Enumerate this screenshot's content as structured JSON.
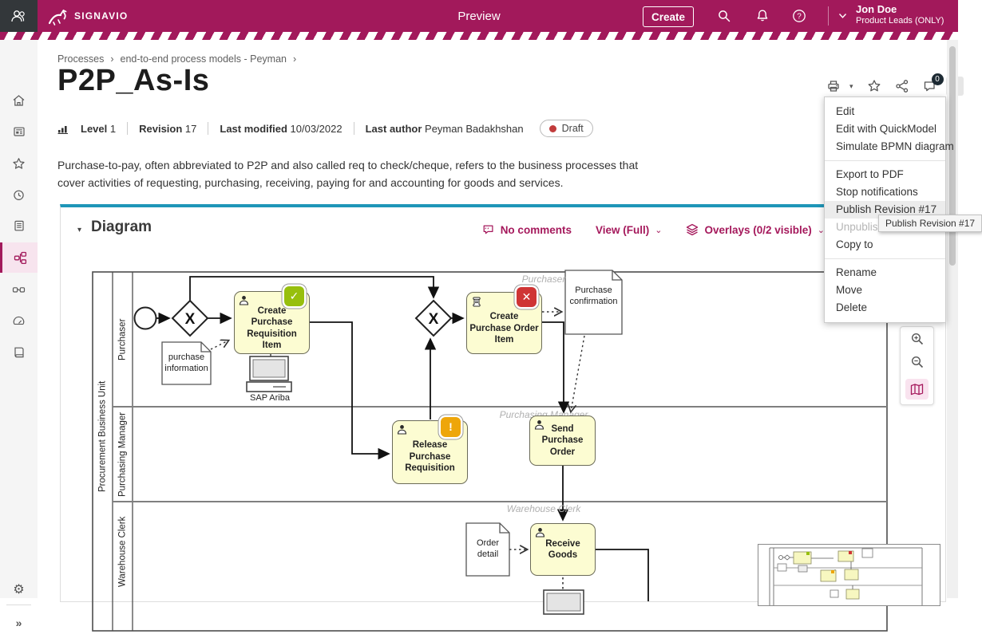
{
  "topbar": {
    "brand": "SIGNAVIO",
    "page_title": "Preview",
    "create": "Create",
    "user": {
      "name": "Jon Doe",
      "role": "Product Leads (ONLY)"
    }
  },
  "breadcrumb": {
    "root": "Processes",
    "folder": "end-to-end process models - Peyman",
    "sep": "›"
  },
  "page": {
    "title": "P2P_As-Is",
    "description": "Purchase-to-pay, often abbreviated to P2P and also called req to check/cheque, refers to the business processes that cover activities of requesting, purchasing, receiving, paying for and accounting for goods and services."
  },
  "actions": {
    "badge": "0"
  },
  "meta": {
    "level": "Level",
    "level_v": "1",
    "rev": "Revision",
    "rev_v": "17",
    "mod": "Last modified",
    "mod_v": "10/03/2022",
    "auth": "Last author",
    "auth_v": "Peyman Badakhshan",
    "status": "Draft"
  },
  "diagram": {
    "title": "Diagram",
    "no_comments": "No comments",
    "view": "View (Full)",
    "overlays": "Overlays (0/2 visible)"
  },
  "menu": {
    "g1": [
      "Edit",
      "Edit with QuickModel",
      "Simulate BPMN diagram"
    ],
    "g2": [
      "Export to PDF",
      "Stop notifications",
      "Publish Revision #17",
      "Unpublish",
      "Copy to"
    ],
    "g3": [
      "Rename",
      "Move",
      "Delete"
    ],
    "tooltip": "Publish Revision #17"
  },
  "bpmn": {
    "pool": "Procurement Business Unit",
    "lanes": [
      "Purchaser",
      "Purchasing Manager",
      "Warehouse Clerk"
    ],
    "gateway": "X",
    "tasks": [
      {
        "label": "Create Purchase Requisition Item"
      },
      {
        "label": "Create Purchase Order Item"
      },
      {
        "label": "Release Purchase Requisition"
      },
      {
        "label": "Send Purchase Order"
      },
      {
        "label": "Receive Goods"
      }
    ],
    "data_objects": [
      {
        "label": "purchase information"
      },
      {
        "label": "Purchase confirmation"
      },
      {
        "label": "Order detail"
      }
    ],
    "system": "SAP Ariba"
  },
  "colors": {
    "brand": "#a2195b",
    "accent_teal": "#1e96b8",
    "task_fill": "#fcfcd2",
    "badge_green": "#97bf0d",
    "badge_red": "#cf3434",
    "badge_orange": "#eea60a",
    "status_red": "#c13b3b"
  }
}
